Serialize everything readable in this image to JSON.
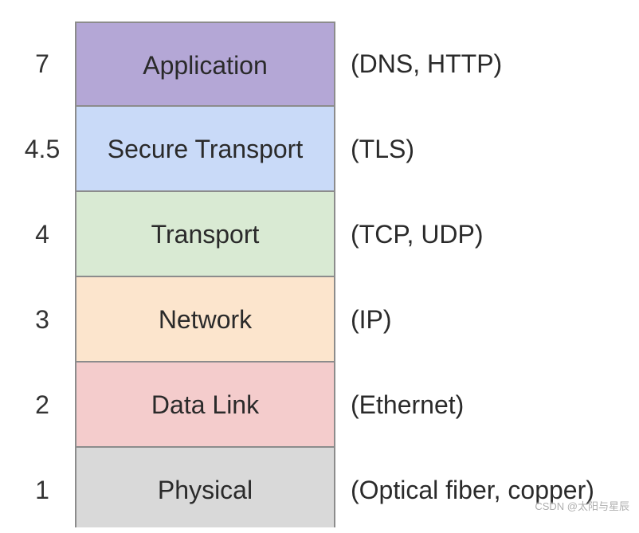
{
  "layers": [
    {
      "number": "7",
      "name": "Application",
      "protocols": "(DNS, HTTP)",
      "color": "#b4a7d6"
    },
    {
      "number": "4.5",
      "name": "Secure Transport",
      "protocols": "(TLS)",
      "color": "#c9daf8"
    },
    {
      "number": "4",
      "name": "Transport",
      "protocols": "(TCP, UDP)",
      "color": "#d9ead3"
    },
    {
      "number": "3",
      "name": "Network",
      "protocols": "(IP)",
      "color": "#fce5cd"
    },
    {
      "number": "2",
      "name": "Data Link",
      "protocols": "(Ethernet)",
      "color": "#f4cccc"
    },
    {
      "number": "1",
      "name": "Physical",
      "protocols": "(Optical fiber, copper)",
      "color": "#d9d9d9"
    }
  ],
  "watermark": "CSDN @太阳与星辰"
}
